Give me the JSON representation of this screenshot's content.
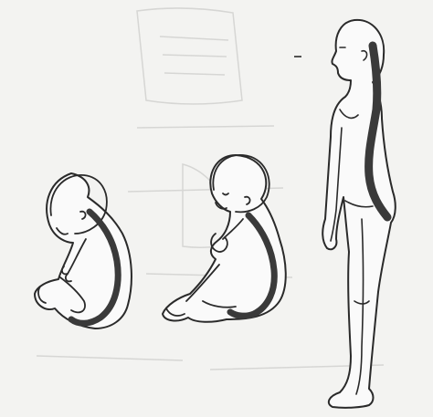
{
  "figure": {
    "stages": [
      {
        "id": "fetus"
      },
      {
        "id": "infant"
      },
      {
        "id": "adult"
      }
    ],
    "colors": {
      "paper": "#f3f3f1",
      "outline": "#2a2a2a",
      "spine": "#3a3a3a",
      "bleed_through": "#d6d6d4"
    }
  }
}
